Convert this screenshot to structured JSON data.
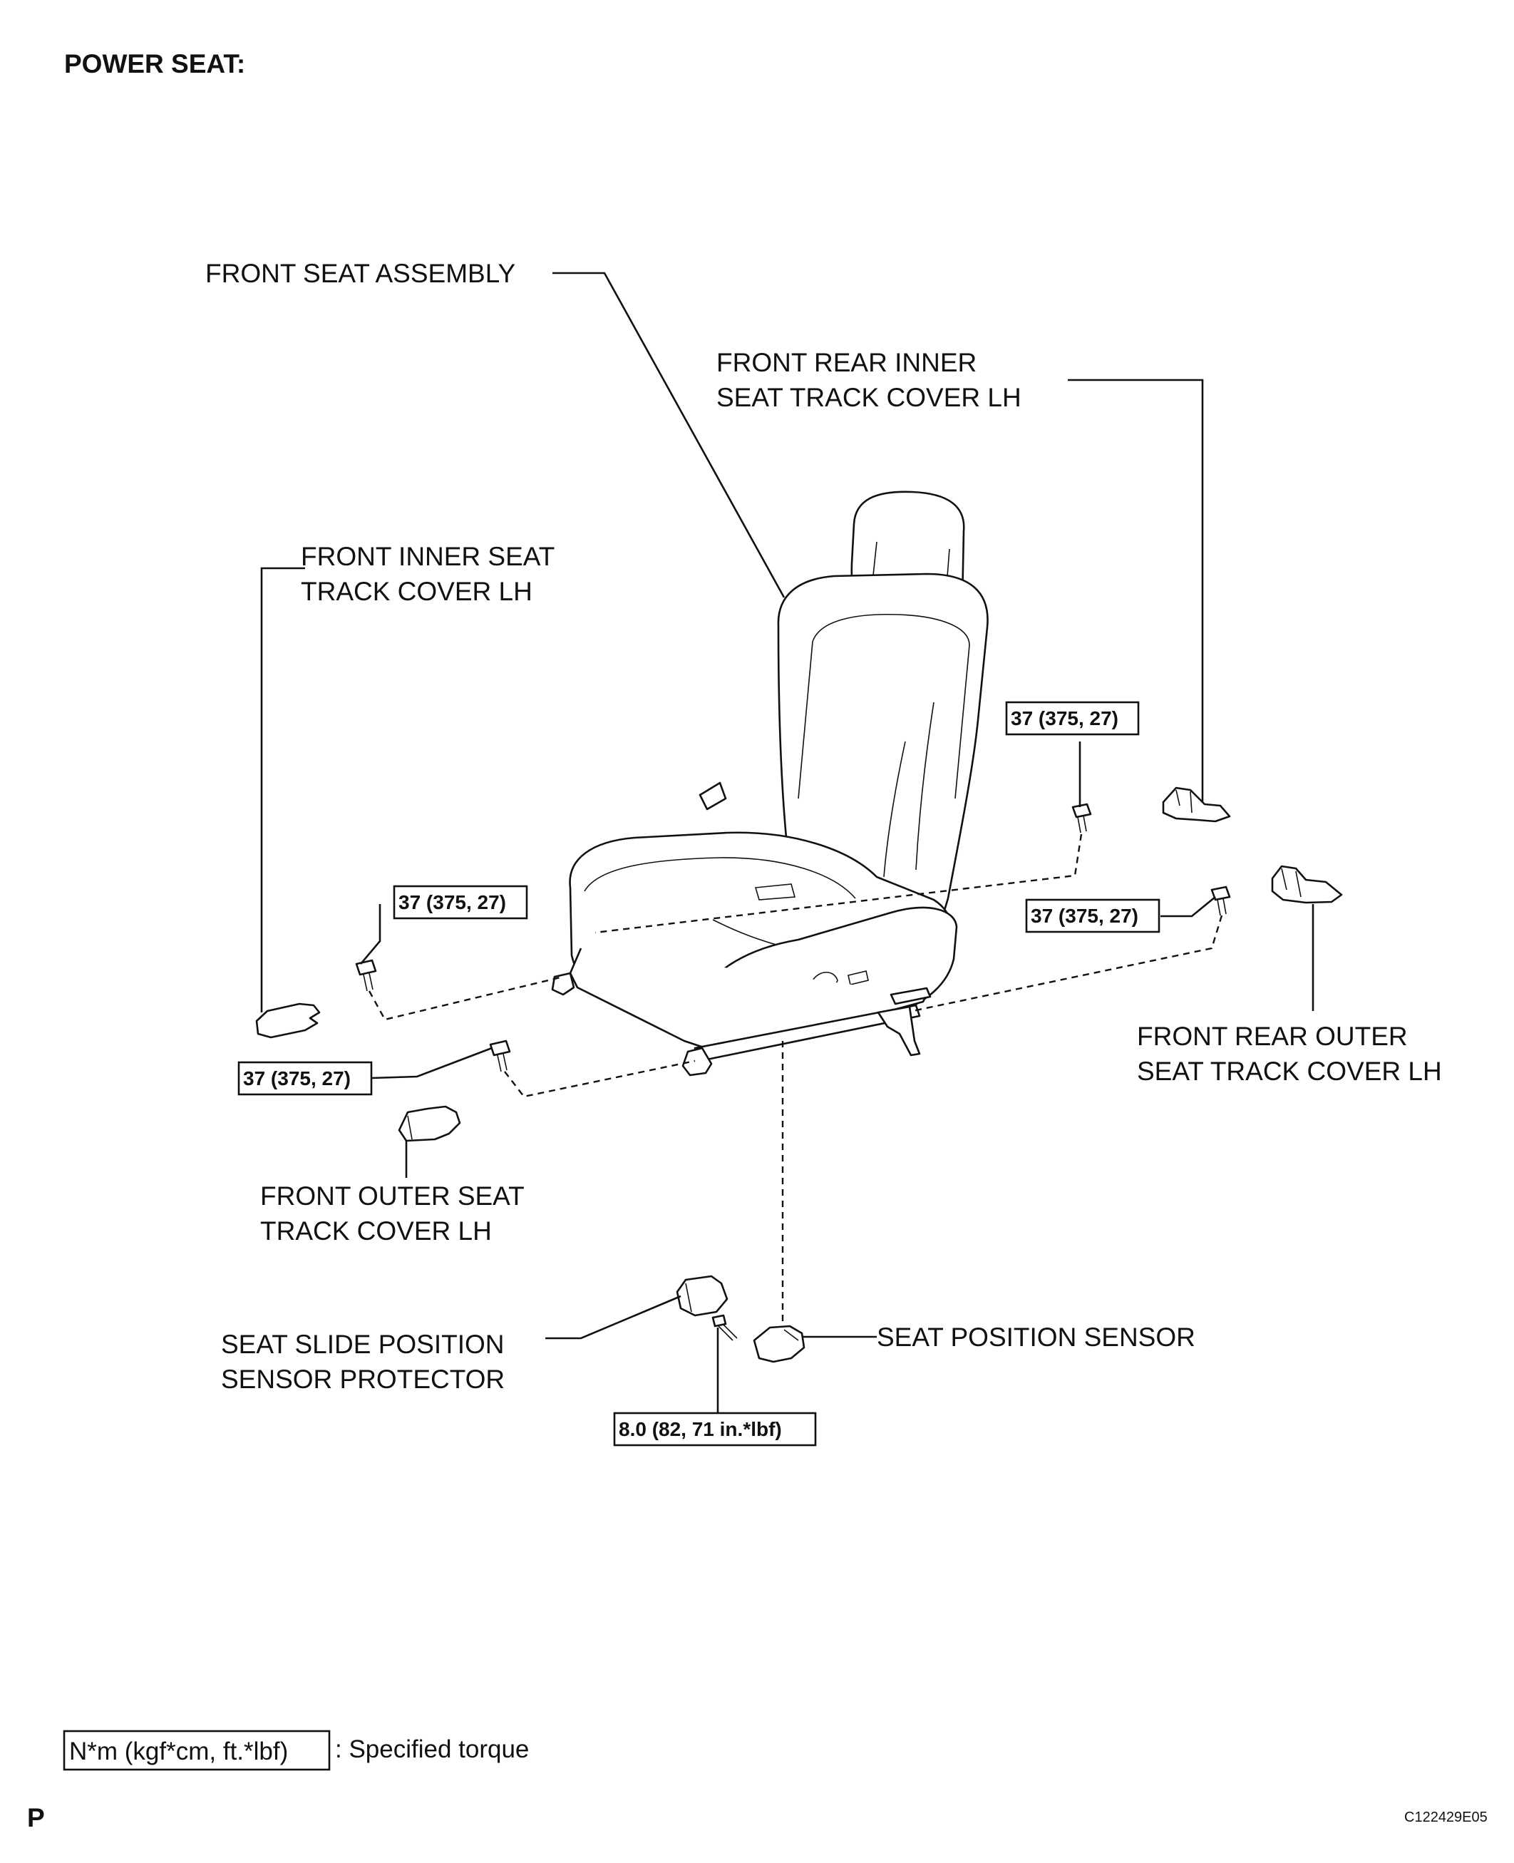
{
  "title": "POWER SEAT:",
  "labels": {
    "front_seat_assembly": "FRONT SEAT ASSEMBLY",
    "front_rear_inner_cover": [
      "FRONT REAR INNER",
      "SEAT TRACK COVER LH"
    ],
    "front_inner_cover": [
      "FRONT INNER SEAT",
      "TRACK COVER LH"
    ],
    "front_rear_outer_cover": [
      "FRONT REAR OUTER",
      "SEAT TRACK COVER LH"
    ],
    "front_outer_cover": [
      "FRONT OUTER SEAT",
      "TRACK COVER LH"
    ],
    "seat_slide_protector": [
      "SEAT SLIDE POSITION",
      "SENSOR PROTECTOR"
    ],
    "seat_position_sensor": "SEAT POSITION SENSOR"
  },
  "torques": {
    "upper_right": "37 (375, 27)",
    "right": "37 (375, 27)",
    "upper_left": "37 (375, 27)",
    "lower_left": "37 (375, 27)",
    "sensor": "8.0 (82, 71 in.*lbf)"
  },
  "legend": {
    "box": "N*m (kgf*cm, ft.*lbf)",
    "text": ": Specified torque"
  },
  "footer": {
    "section": "P",
    "code": "C122429E05"
  }
}
